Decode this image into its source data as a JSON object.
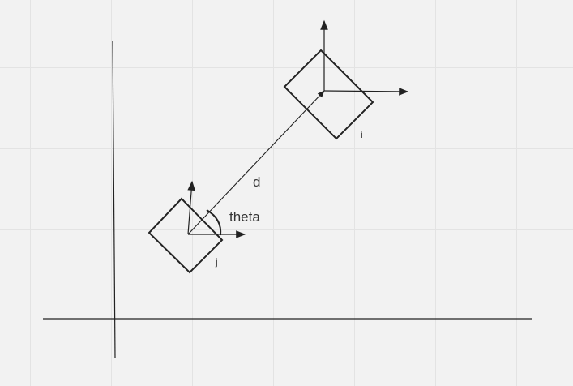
{
  "labels": {
    "distance": "d",
    "angle": "theta",
    "frame_i": "i",
    "frame_j": "j"
  },
  "colors": {
    "background": "#f2f2f2",
    "grid": "#e3e3e3",
    "stroke": "#222222",
    "text": "#333333"
  }
}
